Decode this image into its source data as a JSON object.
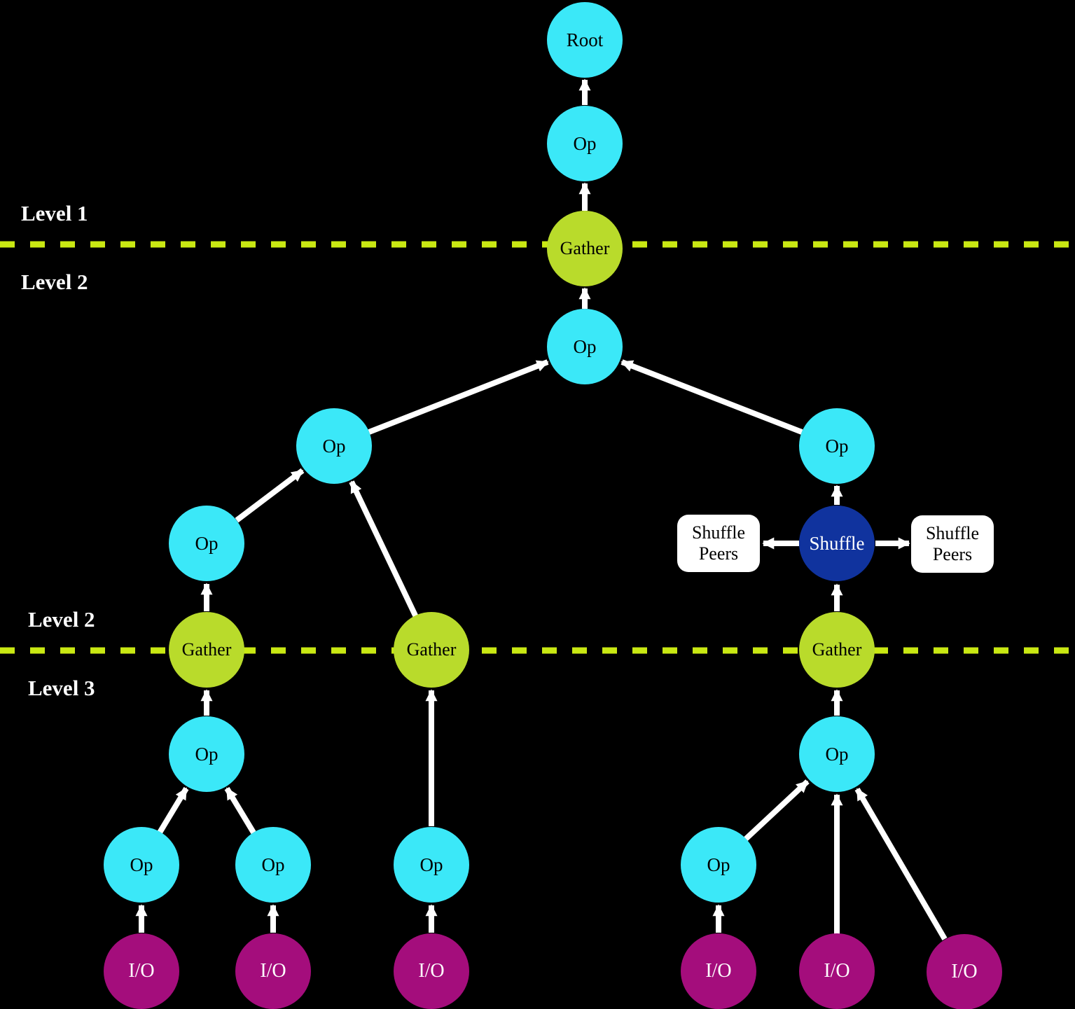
{
  "level_labels": {
    "level1": "Level 1",
    "level2_upper": "Level 2",
    "level2_lower": "Level 2",
    "level3": "Level 3"
  },
  "nodes": {
    "root": "Root",
    "op_top": "Op",
    "gather_top": "Gather",
    "op_center": "Op",
    "op_left_upper": "Op",
    "op_right_upper": "Op",
    "op_left_mid": "Op",
    "shuffle": "Shuffle",
    "gather_left": "Gather",
    "gather_mid": "Gather",
    "gather_right": "Gather",
    "op_left_lower": "Op",
    "op_right_lower": "Op",
    "op_bottom_1": "Op",
    "op_bottom_2": "Op",
    "op_bottom_3": "Op",
    "op_bottom_4": "Op",
    "io_1": "I/O",
    "io_2": "I/O",
    "io_3": "I/O",
    "io_4": "I/O",
    "io_5": "I/O",
    "io_6": "I/O"
  },
  "shuffle_peers_left": {
    "line1": "Shuffle",
    "line2": "Peers"
  },
  "shuffle_peers_right": {
    "line1": "Shuffle",
    "line2": "Peers"
  },
  "colors": {
    "background": "#000000",
    "op_node": "#3BE8F8",
    "gather_node": "#B9DB2B",
    "shuffle_node": "#10339E",
    "io_node": "#A40D7C",
    "level_divider": "#C9E813",
    "arrow": "#FFFFFF",
    "peers_box": "#FFFFFF"
  }
}
